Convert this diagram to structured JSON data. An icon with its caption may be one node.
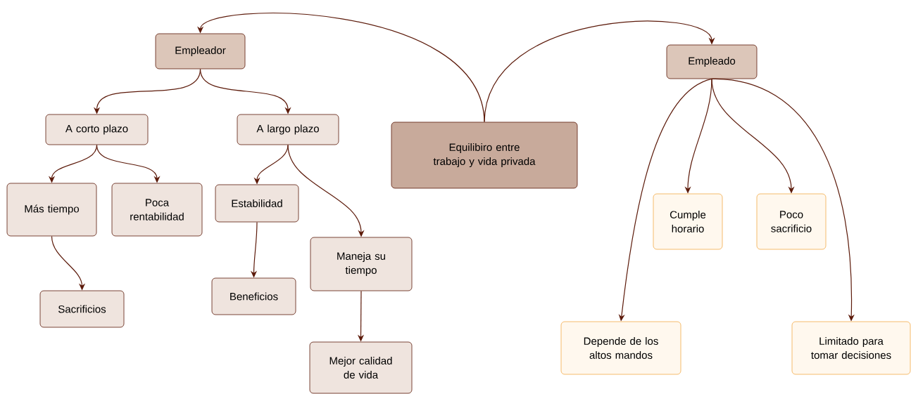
{
  "diagram": {
    "nodes": [
      {
        "text": [
          "Equilibiro entre trabajo y vida privada"
        ]
      },
      {
        "text": [
          "Empleador"
        ]
      },
      {
        "text": [
          "Empleado"
        ]
      },
      {
        "text": [
          "A corto plazo"
        ]
      },
      {
        "text": [
          "A largo plazo"
        ]
      },
      {
        "text": [
          "Más tiempo"
        ]
      },
      {
        "text": [
          "Poca rentabilidad"
        ]
      },
      {
        "text": [
          "Sacrificios"
        ]
      },
      {
        "text": [
          "Estabilidad"
        ]
      },
      {
        "text": [
          "Beneficios"
        ]
      },
      {
        "text": [
          "Maneja su tiempo"
        ]
      },
      {
        "text": [
          "Mejor calidad de vida"
        ]
      },
      {
        "text": [
          "Cumple horario"
        ]
      },
      {
        "text": [
          "Poco sacrificio"
        ]
      },
      {
        "text": [
          "Depende de los altos mandos"
        ]
      },
      {
        "text": [
          "Limitado para tomar decisiones"
        ]
      }
    ],
    "edges": [
      {
        "from": 0,
        "to": 1,
        "arrow": "to"
      },
      {
        "from": 0,
        "to": 2,
        "arrow": "to"
      },
      {
        "from": 1,
        "to": 3,
        "arrow": "to"
      },
      {
        "from": 1,
        "to": 4,
        "arrow": "to"
      },
      {
        "from": 3,
        "to": 5,
        "arrow": "to"
      },
      {
        "from": 3,
        "to": 6,
        "arrow": "to"
      },
      {
        "from": 5,
        "to": 7,
        "arrow": "to"
      },
      {
        "from": 4,
        "to": 8,
        "arrow": "to"
      },
      {
        "from": 4,
        "to": 10,
        "arrow": "to"
      },
      {
        "from": 8,
        "to": 9,
        "arrow": "to"
      },
      {
        "from": 10,
        "to": 11,
        "arrow": "to"
      },
      {
        "from": 2,
        "to": 12,
        "arrow": "to"
      },
      {
        "from": 2,
        "to": 13,
        "arrow": "to"
      },
      {
        "from": 2,
        "to": 14,
        "arrow": "to"
      },
      {
        "from": 2,
        "to": 15,
        "arrow": "to"
      }
    ]
  }
}
